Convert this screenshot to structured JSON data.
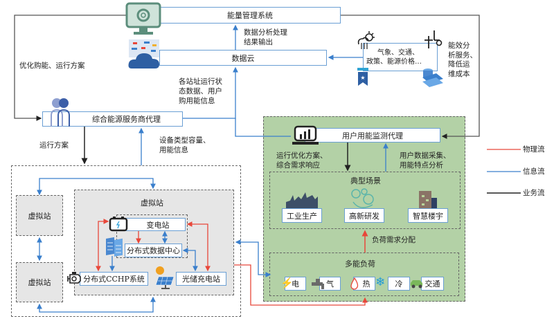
{
  "top": {
    "energy_management": "能量管理系统",
    "data_cloud": "数据云",
    "analysis_output": [
      "数据分析处理",
      "结果输出"
    ],
    "external_info": [
      "气象、交通、",
      "政策、能源价格…"
    ],
    "efficiency_service": [
      "能效分",
      "析服务、",
      "降低运",
      "维成本"
    ],
    "optimize_label": "优化购能、运行方案",
    "station_data": [
      "各站址运行状",
      "态数据、用户",
      "购用能信息"
    ]
  },
  "service_provider": {
    "label": "综合能源服务商代理",
    "down_label": "运行方案",
    "up_label": [
      "设备类型容量、",
      "用能信息"
    ]
  },
  "user_side": {
    "monitor_label": "用户用能监测代理",
    "down_label": [
      "运行优化方案、",
      "综合需求响应"
    ],
    "up_label": [
      "用户数据采集、",
      "用能特点分析"
    ],
    "scenes_title": "典型场景",
    "scenes": [
      "工业生产",
      "高新研发",
      "智慧楼宇"
    ],
    "load_alloc": "负荷需求分配",
    "loads_title": "多能负荷",
    "loads": [
      "电",
      "气",
      "热",
      "冷",
      "交通"
    ]
  },
  "virtual": {
    "small_station_1": "虚拟站",
    "small_station_2": "虚拟站",
    "main_title": "虚拟站",
    "substation": "变电站",
    "datacenter": "分布式数据中心",
    "cchp": "分布式CCHP系统",
    "pv_charge": "光储充电站"
  },
  "legend": {
    "items": [
      {
        "label": "物理流",
        "color": "#e8473a"
      },
      {
        "label": "信息流",
        "color": "#3a7fcc"
      },
      {
        "label": "业务流",
        "color": "#222222"
      }
    ]
  },
  "colors": {
    "physical": "#e8473a",
    "info": "#3a7fcc",
    "business": "#222222",
    "green_area": "#b3d1a6",
    "gray_area": "#e6e6e6"
  }
}
